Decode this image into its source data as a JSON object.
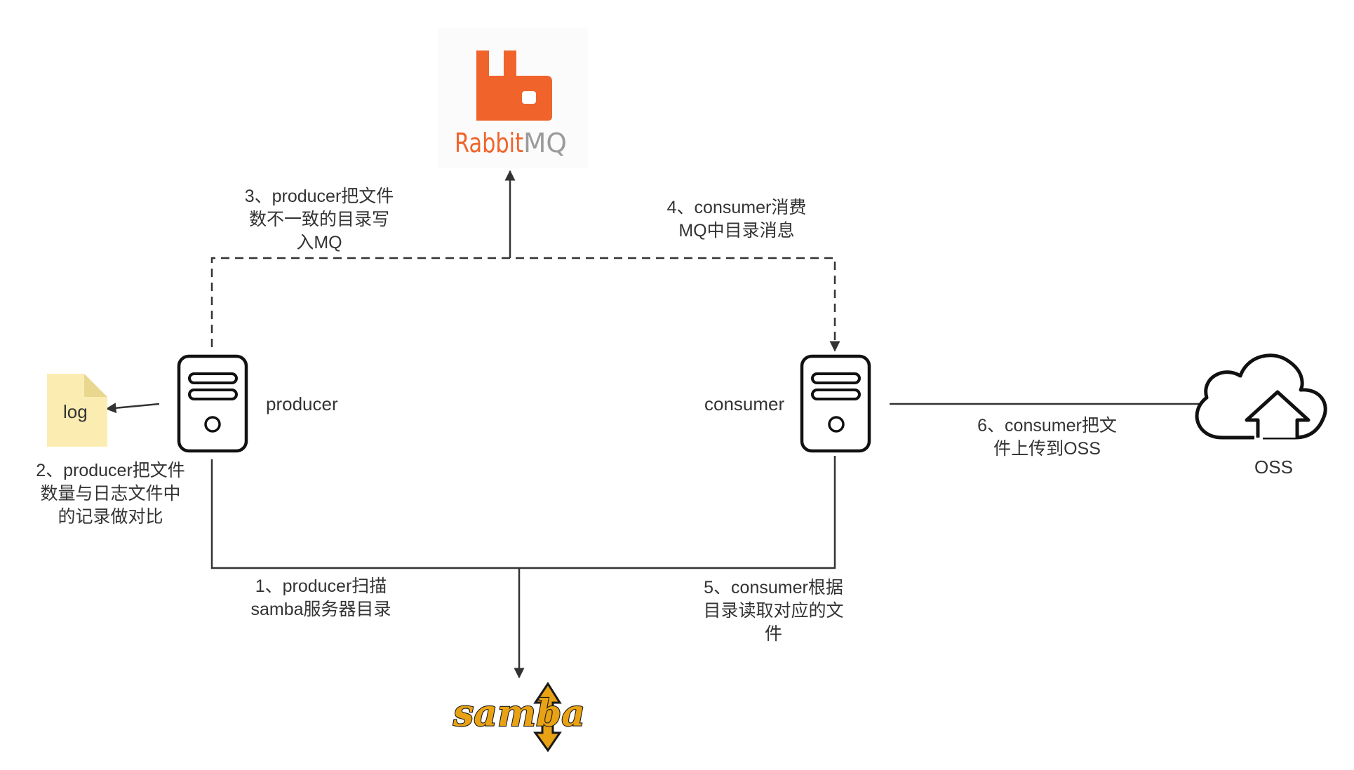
{
  "nodes": {
    "producer": "producer",
    "consumer": "consumer",
    "log": "log",
    "oss": "OSS",
    "rabbitmq": "RabbitMQ",
    "samba": "samba"
  },
  "steps": {
    "step1": [
      "1、producer扫描",
      "samba服务器目录"
    ],
    "step2": [
      "2、producer把文件",
      "数量与日志文件中",
      "的记录做对比"
    ],
    "step3": [
      "3、producer把文件",
      "数不一致的目录写",
      "入MQ"
    ],
    "step4": [
      "4、consumer消费",
      "MQ中目录消息"
    ],
    "step5": [
      "5、consumer根据",
      "目录读取对应的文",
      "件"
    ],
    "step6": [
      "6、consumer把文",
      "件上传到OSS"
    ]
  },
  "colors": {
    "line": "#333333",
    "rabbitmq_orange": "#f0642b",
    "rabbitmq_grey": "#9b9b9b",
    "log_note": "#fbedb2",
    "samba_gold": "#e8a214"
  }
}
